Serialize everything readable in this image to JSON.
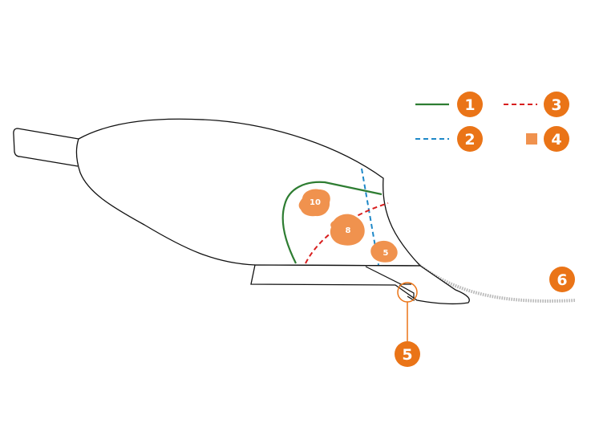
{
  "colors": {
    "outline": "#111111",
    "green": "#2e7d32",
    "blue": "#1e88c8",
    "red": "#d81e1e",
    "orange": "#ea7417",
    "blob": "#f0924e",
    "dots": "#b8b8b8"
  },
  "legend": [
    {
      "id": "1",
      "label": "1",
      "style": "solid-green-line"
    },
    {
      "id": "2",
      "label": "2",
      "style": "dashed-blue-line"
    },
    {
      "id": "3",
      "label": "3",
      "style": "dashed-red-line"
    },
    {
      "id": "4",
      "label": "4",
      "style": "orange-square"
    }
  ],
  "callouts": [
    {
      "id": "5",
      "label": "5"
    },
    {
      "id": "6",
      "label": "6"
    }
  ],
  "spots": [
    {
      "id": "spot-10",
      "label": "10"
    },
    {
      "id": "spot-8",
      "label": "8"
    },
    {
      "id": "spot-5",
      "label": "5"
    }
  ]
}
